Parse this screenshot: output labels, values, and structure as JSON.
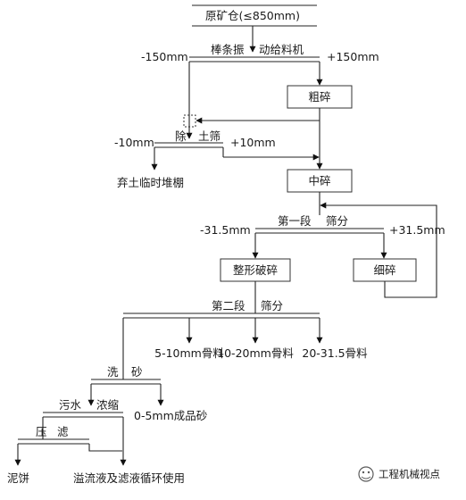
{
  "nodes": {
    "raw_bin": "原矿仓(≤850mm)",
    "feeder": [
      "棒条振",
      "动给料机"
    ],
    "feeder_minus": "-150mm",
    "feeder_plus": "+150mm",
    "primary_crusher": "粗碎",
    "debris_screen": [
      "除",
      "土筛"
    ],
    "debris_minus": "-10mm",
    "debris_plus": "+10mm",
    "waste_shed": "弃土临时堆棚",
    "secondary_crusher": "中碎",
    "screen1": [
      "第一段",
      "筛分"
    ],
    "screen1_minus": "-31.5mm",
    "screen1_plus": "+31.5mm",
    "shaping_crusher": "整形破碎",
    "fine_crusher": "细碎",
    "screen2": [
      "第二段",
      "筛分"
    ],
    "product_a": "5-10mm骨料",
    "product_b": "10-20mm骨料",
    "product_c": "20-31.5骨料",
    "washing": [
      "洗",
      "砂"
    ],
    "thickener": [
      "污水",
      "浓缩"
    ],
    "sand_product": "0-5mm成品砂",
    "filter_press": [
      "压",
      "滤"
    ],
    "cake": "泥饼",
    "recycle": "溢流液及滤液循环使用"
  },
  "watermark": "工程机械视点"
}
